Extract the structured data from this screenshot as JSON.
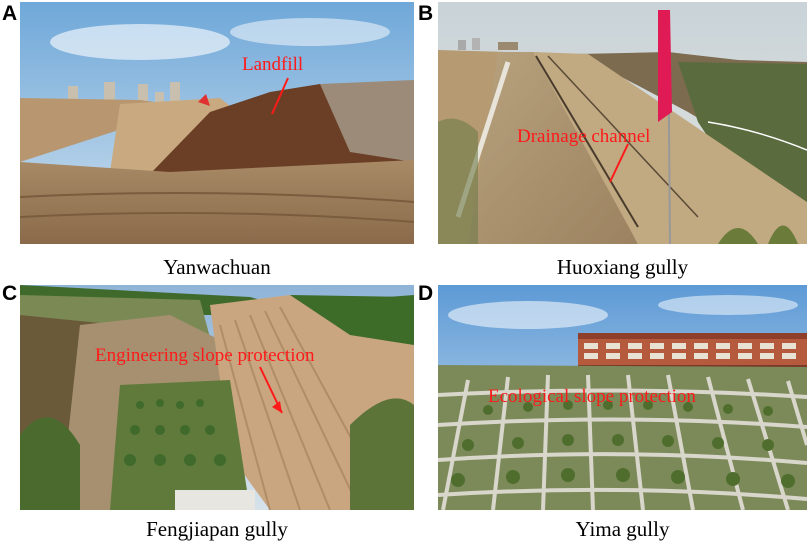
{
  "panels": [
    {
      "letter": "A",
      "caption": "Yanwachuan",
      "annotation": "Landfill"
    },
    {
      "letter": "B",
      "caption": "Huoxiang gully",
      "annotation": "Drainage channel"
    },
    {
      "letter": "C",
      "caption": "Fengjiapan gully",
      "annotation": "Engineering slope protection"
    },
    {
      "letter": "D",
      "caption": "Yima gully",
      "annotation": "Ecological slope protection"
    }
  ],
  "colors": {
    "annotation": "#ff1a1a",
    "text": "#000000"
  }
}
